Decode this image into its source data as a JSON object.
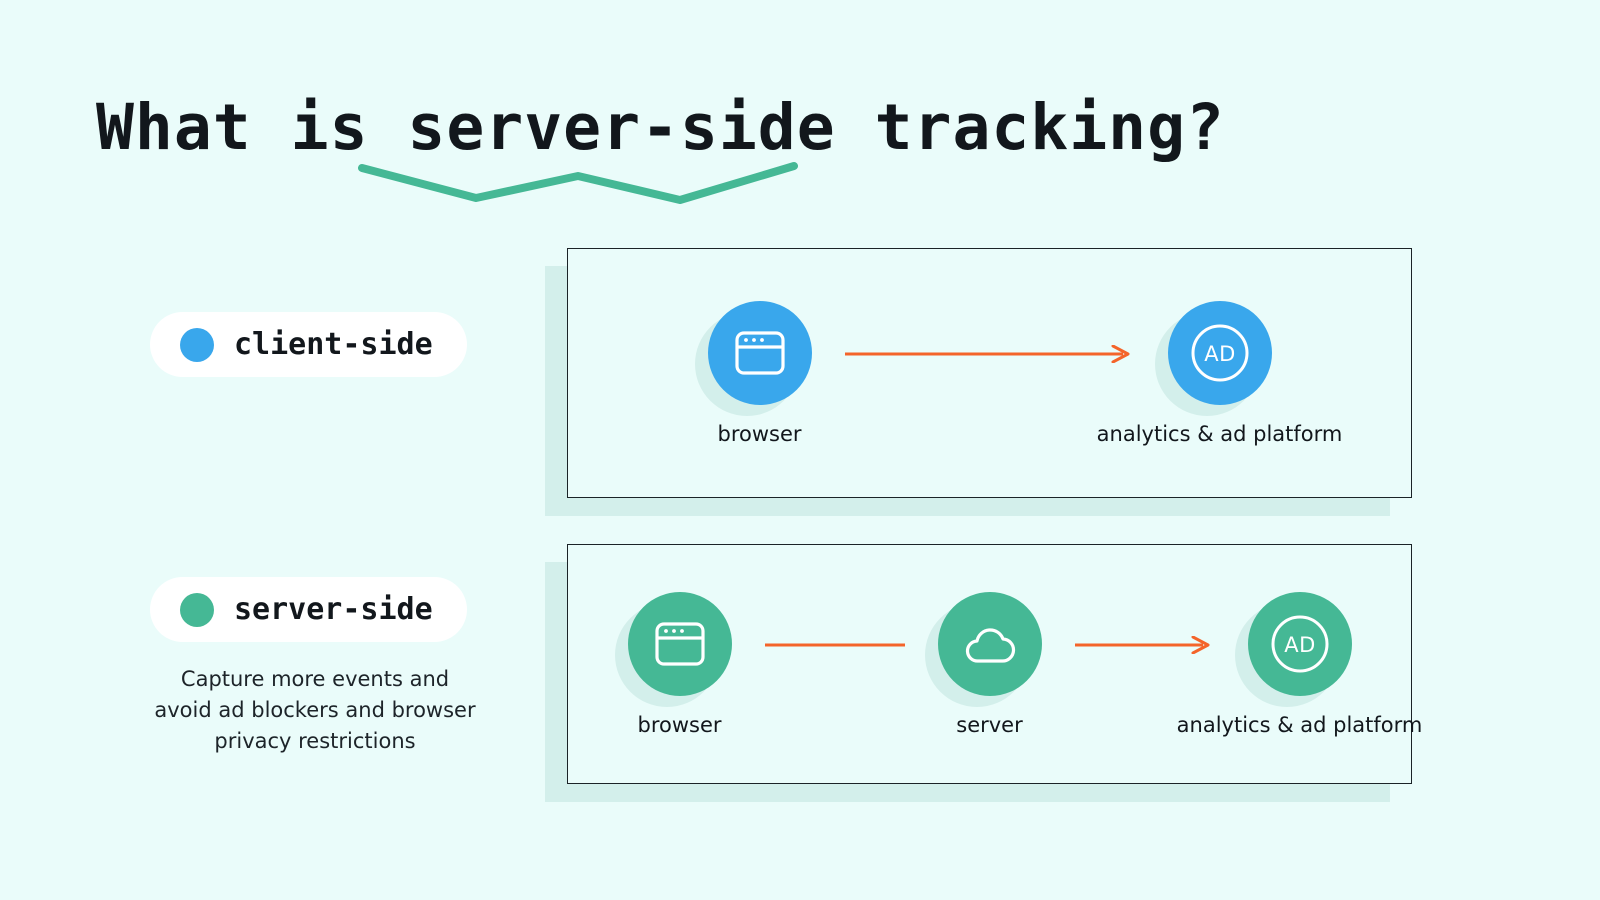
{
  "page": {
    "title": "What is server-side tracking?",
    "background_color": "#eafcfa",
    "accent_green": "#45b895",
    "accent_blue": "#39a7ec",
    "accent_orange": "#f4642a",
    "underline_word": "server-side"
  },
  "legend": {
    "client": {
      "label": "client-side",
      "dot_color": "#39a7ec"
    },
    "server": {
      "label": "server-side",
      "dot_color": "#45b895",
      "description": "Capture more events and avoid ad blockers and browser privacy restrictions"
    }
  },
  "diagrams": [
    {
      "id": "client-side-flow",
      "color": "#39a7ec",
      "nodes": [
        {
          "icon": "browser-window-icon",
          "caption": "browser"
        },
        {
          "icon": "ad-badge-icon",
          "caption": "analytics & ad platform"
        }
      ],
      "connectors": [
        {
          "from": "browser",
          "to": "analytics & ad platform",
          "arrowhead": true
        }
      ]
    },
    {
      "id": "server-side-flow",
      "color": "#45b895",
      "nodes": [
        {
          "icon": "browser-window-icon",
          "caption": "browser"
        },
        {
          "icon": "cloud-server-icon",
          "caption": "server"
        },
        {
          "icon": "ad-badge-icon",
          "caption": "analytics & ad platform"
        }
      ],
      "connectors": [
        {
          "from": "browser",
          "to": "server",
          "arrowhead": false
        },
        {
          "from": "server",
          "to": "analytics & ad platform",
          "arrowhead": true
        }
      ]
    }
  ],
  "icon_labels": {
    "ad_badge": "AD"
  }
}
